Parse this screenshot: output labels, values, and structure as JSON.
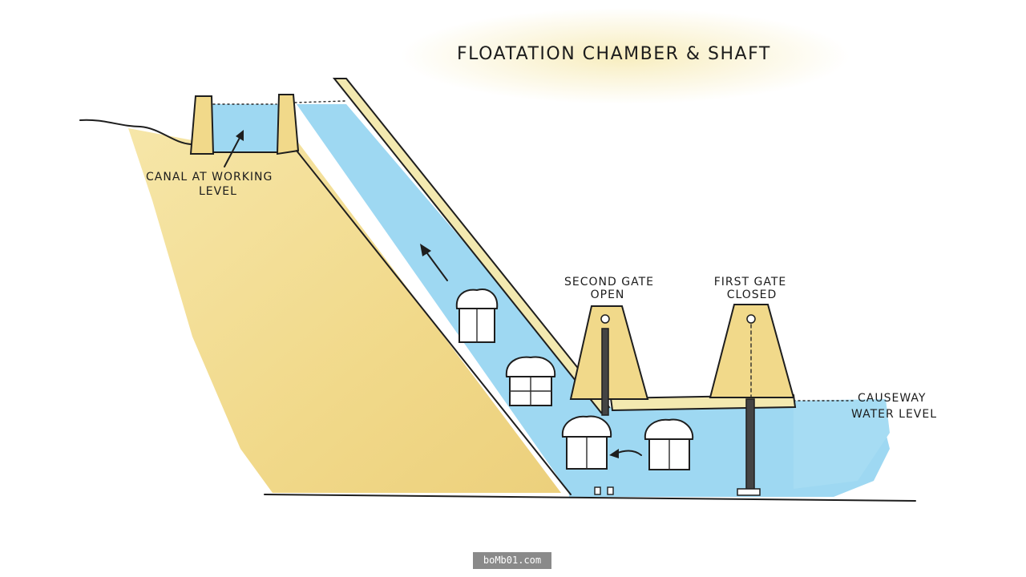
{
  "diagram": {
    "title": "FLOATATION CHAMBER & SHAFT",
    "labels": {
      "canal_line1": "CANAL AT WORKING",
      "canal_line2": "LEVEL",
      "second_gate_line1": "SECOND GATE",
      "second_gate_line2": "OPEN",
      "first_gate_line1": "FIRST GATE",
      "first_gate_line2": "CLOSED",
      "causeway_line1": "CAUSEWAY",
      "causeway_line2": "WATER LEVEL"
    },
    "colors": {
      "water": "#9ed8f2",
      "earth": "#f1d98a",
      "concrete": "#f3e9b0",
      "ink": "#1e1e1e"
    }
  },
  "watermark": {
    "text": "boMb01.com"
  }
}
